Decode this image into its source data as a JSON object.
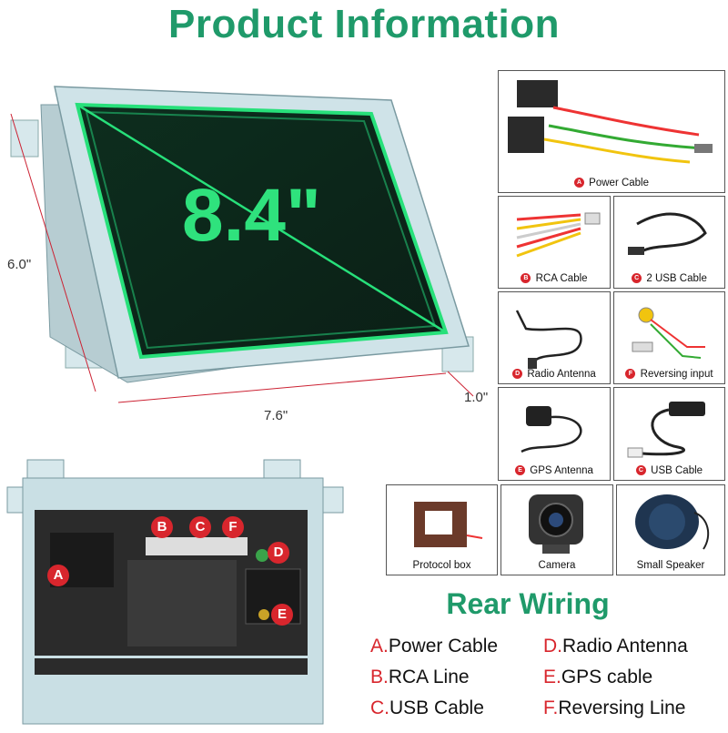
{
  "header": {
    "title": "Product Information"
  },
  "screen": {
    "size_label": "8.4\""
  },
  "dimensions": {
    "height": "6.0\"",
    "width": "7.6\"",
    "depth": "1.0\""
  },
  "accessories": [
    {
      "letter": "A",
      "label": "Power Cable",
      "icon": "power-cable-icon"
    },
    {
      "letter": "B",
      "label": "RCA Cable",
      "icon": "rca-cable-icon"
    },
    {
      "letter": "C",
      "label": "2 USB Cable",
      "icon": "usb-cable-icon"
    },
    {
      "letter": "D",
      "label": "Radio Antenna",
      "icon": "radio-antenna-icon"
    },
    {
      "letter": "F",
      "label": "Reversing input",
      "icon": "reversing-input-icon"
    },
    {
      "letter": "E",
      "label": "GPS Antenna",
      "icon": "gps-antenna-icon"
    },
    {
      "letter": "C",
      "label": "USB Cable",
      "icon": "usb-cable-icon"
    },
    {
      "letter": "",
      "label": "Protocol box",
      "icon": "protocol-box-icon"
    },
    {
      "letter": "",
      "label": "Camera",
      "icon": "camera-icon"
    },
    {
      "letter": "",
      "label": "Small Speaker",
      "icon": "speaker-icon"
    }
  ],
  "rear_markers": [
    "A",
    "B",
    "C",
    "F",
    "D",
    "E"
  ],
  "rear_wiring": {
    "title": "Rear Wiring",
    "items": [
      {
        "key": "A.",
        "text": "Power Cable"
      },
      {
        "key": "B.",
        "text": "RCA Line"
      },
      {
        "key": "C.",
        "text": "USB Cable"
      },
      {
        "key": "D.",
        "text": "Radio Antenna"
      },
      {
        "key": "E.",
        "text": "GPS cable"
      },
      {
        "key": "F.",
        "text": "Reversing Line"
      }
    ]
  },
  "colors": {
    "accent": "#1f9a6a",
    "marker": "#d8262d",
    "bezel": "#c9dfe4",
    "screen_glow": "#27e07a"
  }
}
